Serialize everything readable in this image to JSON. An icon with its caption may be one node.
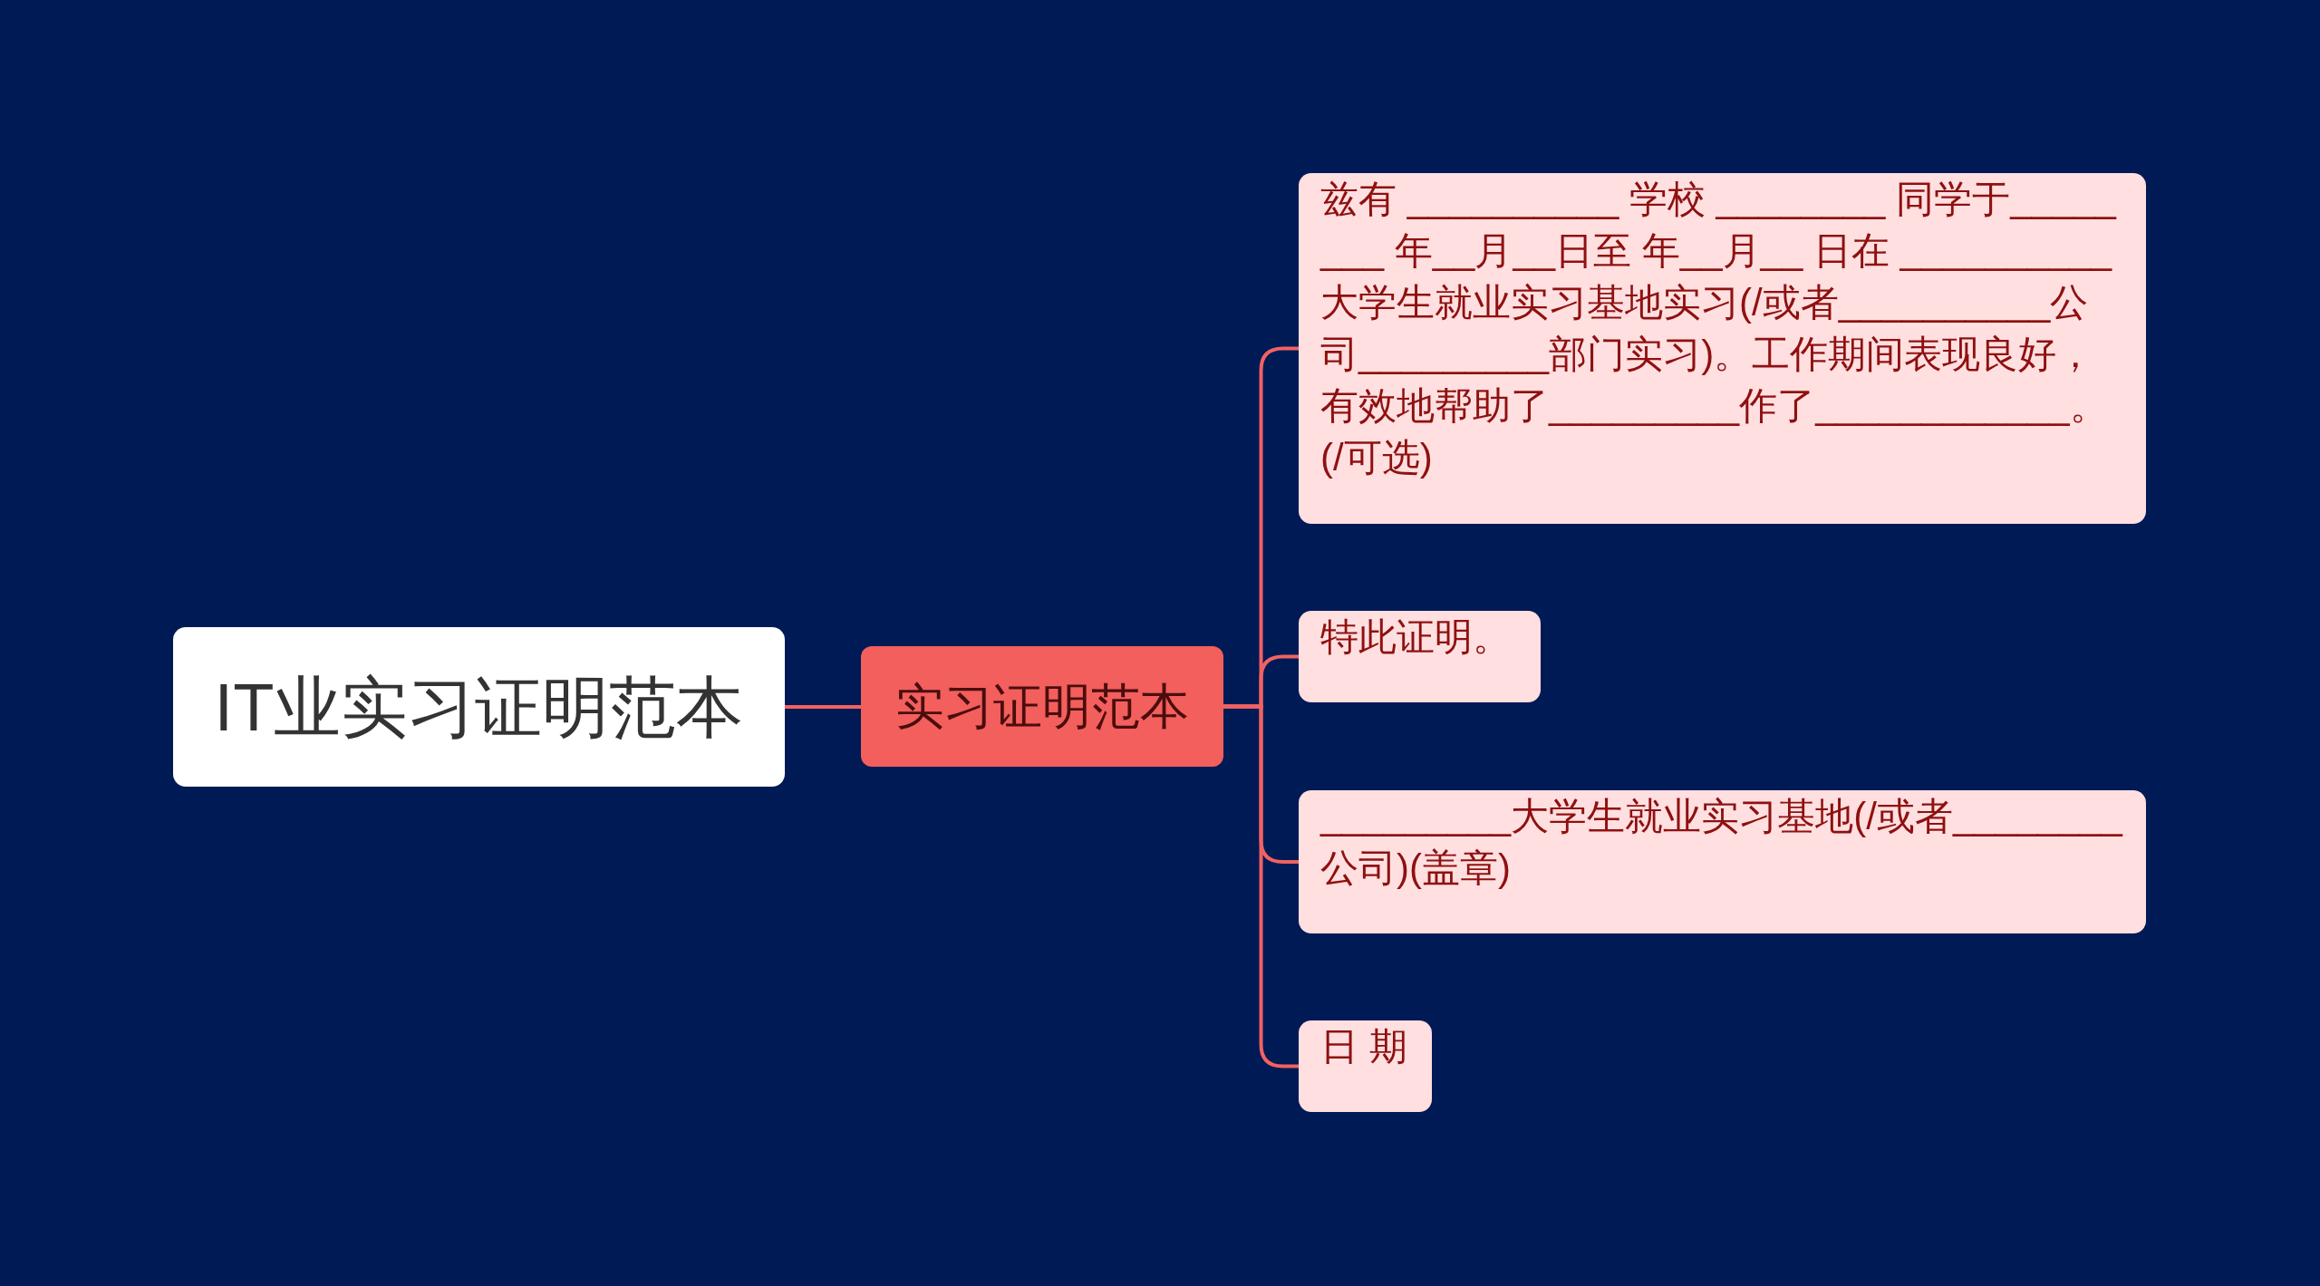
{
  "diagram": {
    "nodes": [
      {
        "text": [
          "IT业实习证明范本"
        ]
      },
      {
        "text": [
          "实习证明范本"
        ]
      },
      {
        "text": [
          "兹有 __________ 学校 ________ 同学于________ 年__月__日至 年__月__ 日在 __________ 大学生就业实习基地实习(/或者__________公司_________部门实习)。工作期间表现良好，有效地帮助了_________作了____________。(/可选)"
        ]
      },
      {
        "text": [
          "特此证明。"
        ]
      },
      {
        "text": [
          "_________大学生就业实习基地(/或者________公司)(盖章)"
        ]
      },
      {
        "text": [
          "日 期"
        ]
      }
    ],
    "edges": [
      {
        "from": 0,
        "to": 1,
        "arrow": "none"
      },
      {
        "from": 1,
        "to": 2,
        "arrow": "none"
      },
      {
        "from": 1,
        "to": 3,
        "arrow": "none"
      },
      {
        "from": 1,
        "to": 4,
        "arrow": "none"
      },
      {
        "from": 1,
        "to": 5,
        "arrow": "none"
      }
    ]
  }
}
